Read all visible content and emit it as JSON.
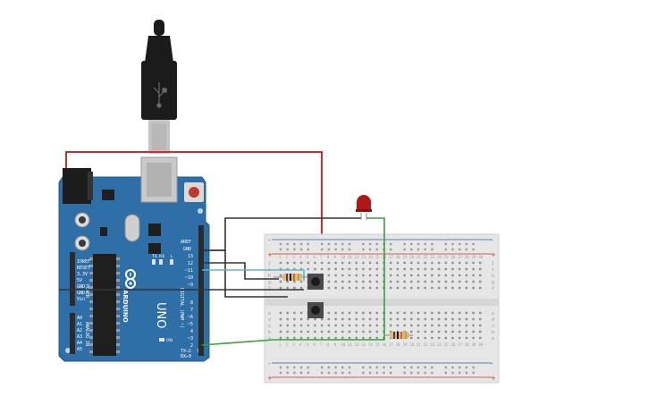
{
  "colors": {
    "board": "#2e6fa8",
    "board_edge": "#245b8c",
    "header": "#2b2b2b",
    "wire_red": "#d22b2b",
    "wire_black": "#333333",
    "wire_cyan": "#5ab8c7",
    "wire_green": "#3aa33a",
    "breadboard": "#e6e6e6",
    "rail_red": "#d22b2b",
    "rail_blue": "#2b5fb0",
    "led": "#b01818"
  },
  "arduino": {
    "brand": "ARDUINO",
    "model": "UNO",
    "power_labels": [
      "IOREF",
      "RESET",
      "3.3V",
      "5V",
      "GND",
      "GND",
      "Vin"
    ],
    "power_header_title": "POWER",
    "analog_labels": [
      "A0",
      "A1",
      "A2",
      "A3",
      "A4",
      "A5"
    ],
    "analog_header_title": "ANALOG IN",
    "digital_labels": [
      "AREF",
      "GND",
      "13",
      "12",
      "~11",
      "~10",
      "~9",
      "8",
      "7",
      "~6",
      "~5",
      "4",
      "~3",
      "2",
      "TX→1",
      "RX←0"
    ],
    "digital_header_title": "DIGITAL (PWM ~)",
    "led_labels": [
      "TX",
      "RX",
      "L"
    ],
    "on_label": "ON"
  },
  "breadboard": {
    "rail_plus": "+",
    "rail_minus": "-",
    "rows_top": [
      "j",
      "i",
      "h",
      "g",
      "f"
    ],
    "rows_bottom": [
      "e",
      "d",
      "c",
      "b",
      "a"
    ],
    "columns": 30
  }
}
